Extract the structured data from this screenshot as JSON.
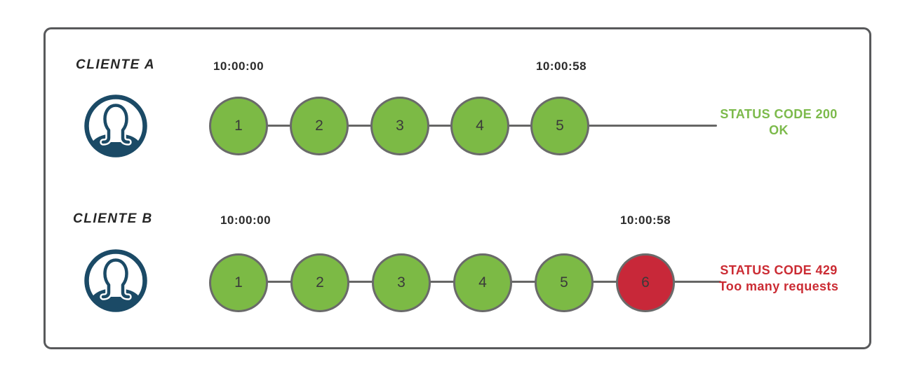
{
  "diagram": {
    "colors": {
      "success_fill": "#7cba45",
      "error_fill": "#c82839",
      "success_text": "#7cba4b",
      "error_text": "#cb2b33",
      "avatar_icon": "#1b4a66",
      "line_gray": "#666665",
      "frame_border": "#58595b"
    },
    "clients": [
      {
        "name": "CLIENTE A",
        "icon": "user-avatar-icon",
        "start_time": "10:00:00",
        "end_time": "10:00:58",
        "requests": [
          {
            "label": "1",
            "state": "success"
          },
          {
            "label": "2",
            "state": "success"
          },
          {
            "label": "3",
            "state": "success"
          },
          {
            "label": "4",
            "state": "success"
          },
          {
            "label": "5",
            "state": "success"
          }
        ],
        "status": {
          "code_line": "STATUS CODE 200",
          "message_line": "OK",
          "state": "success"
        }
      },
      {
        "name": "CLIENTE B",
        "icon": "user-avatar-icon",
        "start_time": "10:00:00",
        "end_time": "10:00:58",
        "requests": [
          {
            "label": "1",
            "state": "success"
          },
          {
            "label": "2",
            "state": "success"
          },
          {
            "label": "3",
            "state": "success"
          },
          {
            "label": "4",
            "state": "success"
          },
          {
            "label": "5",
            "state": "success"
          },
          {
            "label": "6",
            "state": "error"
          }
        ],
        "status": {
          "code_line": "STATUS CODE 429",
          "message_line": "Too many requests",
          "state": "error"
        }
      }
    ]
  }
}
